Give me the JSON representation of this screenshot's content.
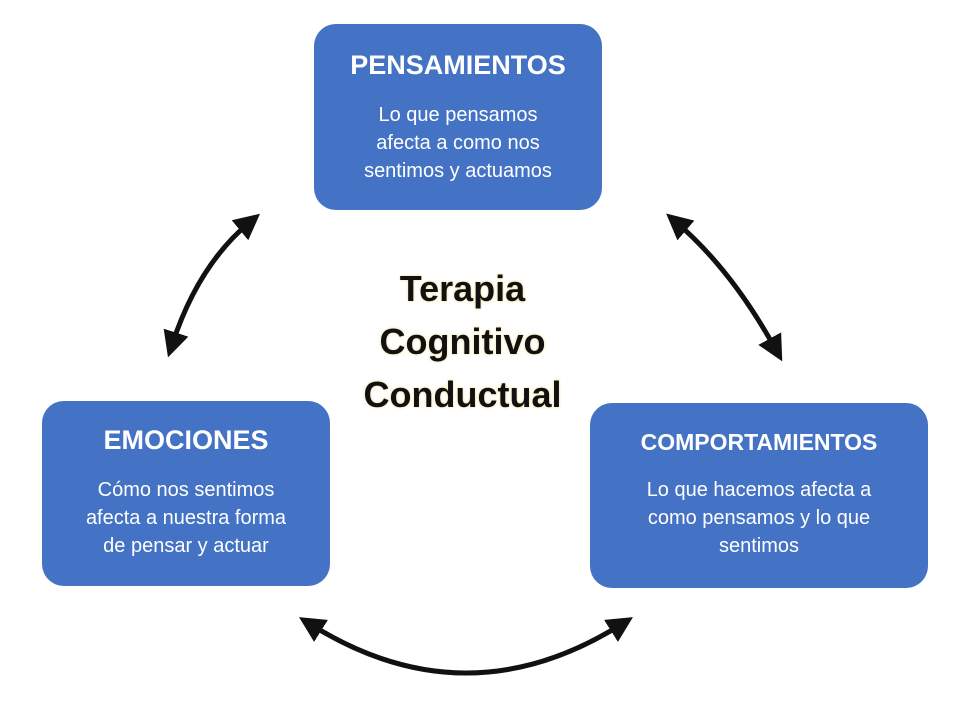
{
  "center_title": {
    "line1": "Terapia",
    "line2": "Cognitivo",
    "line3": "Conductual"
  },
  "nodes": [
    {
      "title": "PENSAMIENTOS",
      "desc_lines": [
        "Lo que pensamos",
        "afecta a como nos",
        "sentimos y actuamos"
      ]
    },
    {
      "title": "EMOCIONES",
      "desc_lines": [
        "Cómo nos sentimos",
        "afecta a nuestra forma",
        "de pensar y actuar"
      ]
    },
    {
      "title": "COMPORTAMIENTOS",
      "desc_lines": [
        "Lo que hacemos afecta a",
        "como pensamos y lo que",
        "sentimos"
      ]
    }
  ],
  "colors": {
    "box_fill": "#4472c4",
    "box_text": "#ffffff",
    "arrow": "#111111",
    "center_glow": "#f4e8b0"
  },
  "edges": [
    {
      "from": "EMOCIONES",
      "to": "PENSAMIENTOS",
      "bidirectional": true
    },
    {
      "from": "PENSAMIENTOS",
      "to": "COMPORTAMIENTOS",
      "bidirectional": true
    },
    {
      "from": "EMOCIONES",
      "to": "COMPORTAMIENTOS",
      "bidirectional": true
    }
  ]
}
